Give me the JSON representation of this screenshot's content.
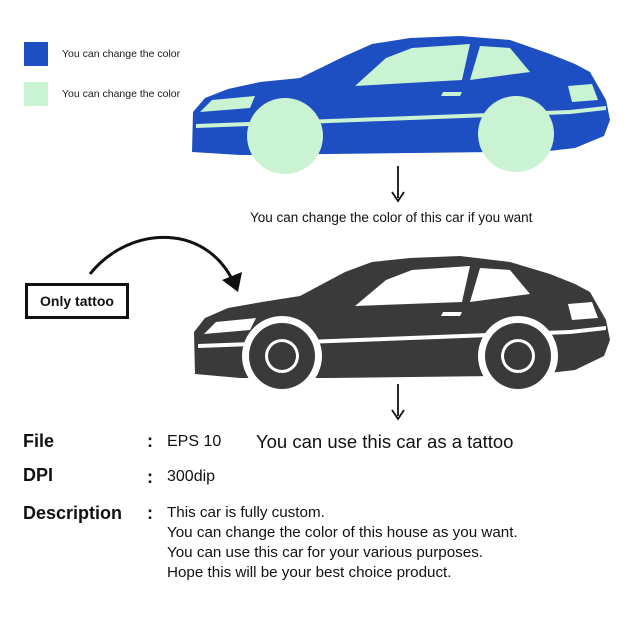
{
  "legend": {
    "items": [
      {
        "color": "#1e4fc2",
        "label": "You can change the color"
      },
      {
        "color": "#c9f3d2",
        "label": "You can change the color"
      }
    ]
  },
  "colors": {
    "car_body": "#1e4fc2",
    "car_accent": "#c9f3d2",
    "tattoo_body": "#3a3a3a",
    "arrow": "#111111"
  },
  "captions": {
    "top": "You can change the color of this car if you want",
    "tattoo_label": "Only tattoo",
    "bottom": "You can use this car as a tattoo"
  },
  "specs": {
    "file_label": "File",
    "file_value": "EPS 10",
    "dpi_label": "DPI",
    "dpi_value": "300dip",
    "desc_label": "Description",
    "separator": ":",
    "desc_lines": [
      "This car is fully custom.",
      "You can change the color of this house as you want.",
      "You can use this car for your various purposes.",
      "Hope this will be your best choice product."
    ]
  }
}
